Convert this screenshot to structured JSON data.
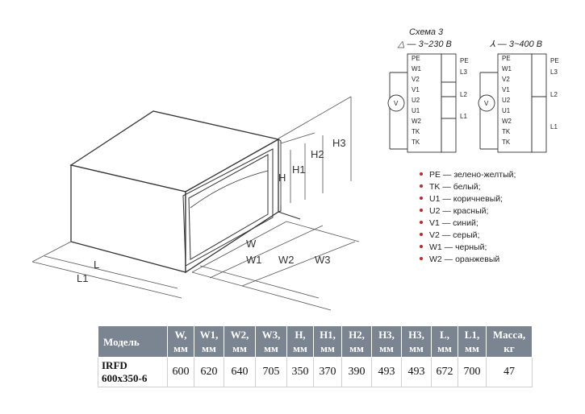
{
  "drawing": {
    "labels": {
      "W": "W",
      "W1": "W1",
      "W2": "W2",
      "W3": "W3",
      "H": "H",
      "H1": "H1",
      "H2": "H2",
      "H3": "H3",
      "L": "L",
      "L1": "L1"
    }
  },
  "wiring": {
    "scheme_title": "Схема 3",
    "delta_label": "△ — 3~230 В",
    "star_label": "⅄ — 3~400 В",
    "left_terminals": [
      "PE",
      "W1",
      "V2",
      "V1",
      "U2",
      "U1",
      "W2",
      "TK",
      "TK"
    ],
    "right_terminals": [
      "PE",
      "L3",
      "",
      "L2",
      "",
      "L1"
    ],
    "motor_label": "V"
  },
  "legend": [
    "PE — зелено-желтый;",
    "TK — белый;",
    "U1 — коричневый;",
    "U2 — красный;",
    "V1 — синий;",
    "V2 — серый;",
    "W1 — черный;",
    "W2 — оранжевый"
  ],
  "colors": {
    "bullet": "#c0262c",
    "table_header": "#7a8591"
  },
  "table": {
    "headers": [
      [
        "Модель",
        ""
      ],
      [
        "W,",
        "мм"
      ],
      [
        "W1,",
        "мм"
      ],
      [
        "W2,",
        "мм"
      ],
      [
        "W3,",
        "мм"
      ],
      [
        "H,",
        "мм"
      ],
      [
        "H1,",
        "мм"
      ],
      [
        "H2,",
        "мм"
      ],
      [
        "H3,",
        "мм"
      ],
      [
        "H3,",
        "мм"
      ],
      [
        "L,",
        "мм"
      ],
      [
        "L1,",
        "мм"
      ],
      [
        "Масса,",
        "кг"
      ]
    ],
    "rows": [
      {
        "model_line1": "IRFD",
        "model_line2": "600x350-6",
        "values": [
          "600",
          "620",
          "640",
          "705",
          "350",
          "370",
          "390",
          "493",
          "493",
          "672",
          "700",
          "47"
        ]
      }
    ]
  }
}
